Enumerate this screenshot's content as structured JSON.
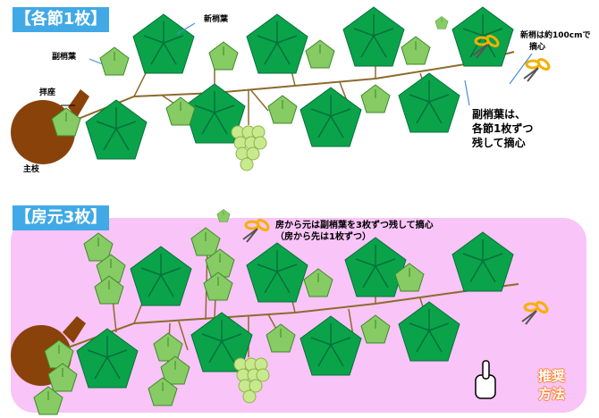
{
  "panels": {
    "top_title": "【各節1枚】",
    "bottom_title": "【房元3枚】"
  },
  "labels": {
    "new_shoot": "新梢葉",
    "lateral_leaf": "副梢葉",
    "cane": "拝座",
    "main_trunk": "主枝",
    "tip_note_line1": "新梢は約100cmで",
    "tip_note_line2": "摘心",
    "lateral_note_line1": "副梢葉は、",
    "lateral_note_line2": "各節1枚ずつ",
    "lateral_note_line3": "残して摘心",
    "bottom_note_line1": "房から元は副梢葉を3枚ずつ残して摘心",
    "bottom_note_line2": "（房から先は1枚ずつ）",
    "badge_line1": "推奨",
    "badge_line2": "方法"
  },
  "colors": {
    "title_bg": "#41a9e6",
    "big_leaf": "#0aa34a",
    "small_leaf": "#86cb63",
    "grape": "#c8e98d",
    "stem": "#8c6b2e",
    "trunk": "#8a420b",
    "panel_pink": "#f9c4f7",
    "badge_orange": "#ff7f27",
    "scissors": "#f5b000"
  }
}
